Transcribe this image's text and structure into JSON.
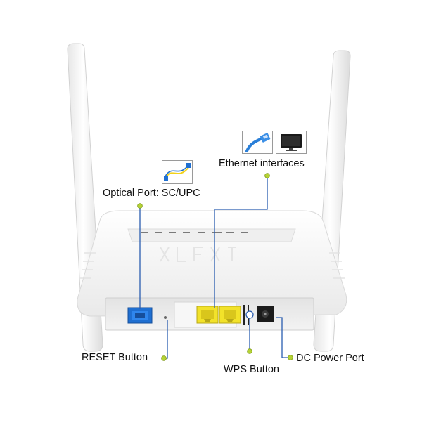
{
  "callouts": {
    "optical_port": "Optical Port: SC/UPC",
    "ethernet_interfaces": "Ethernet interfaces",
    "reset_button": "RESET Button",
    "wps_button": "WPS Button",
    "dc_power_port": "DC Power Port"
  },
  "colors": {
    "leader_line": "#2a5db0",
    "marker_dot": "#b5d334",
    "optical_port": "#1f6fd1",
    "ethernet_port": "#f2e22a",
    "router_body": "#f4f4f4"
  },
  "icons": {
    "optical_thumbnail": "fiber-patch-cord-icon",
    "ethernet_thumbnail_1": "ethernet-cable-icon",
    "ethernet_thumbnail_2": "monitor-icon"
  }
}
